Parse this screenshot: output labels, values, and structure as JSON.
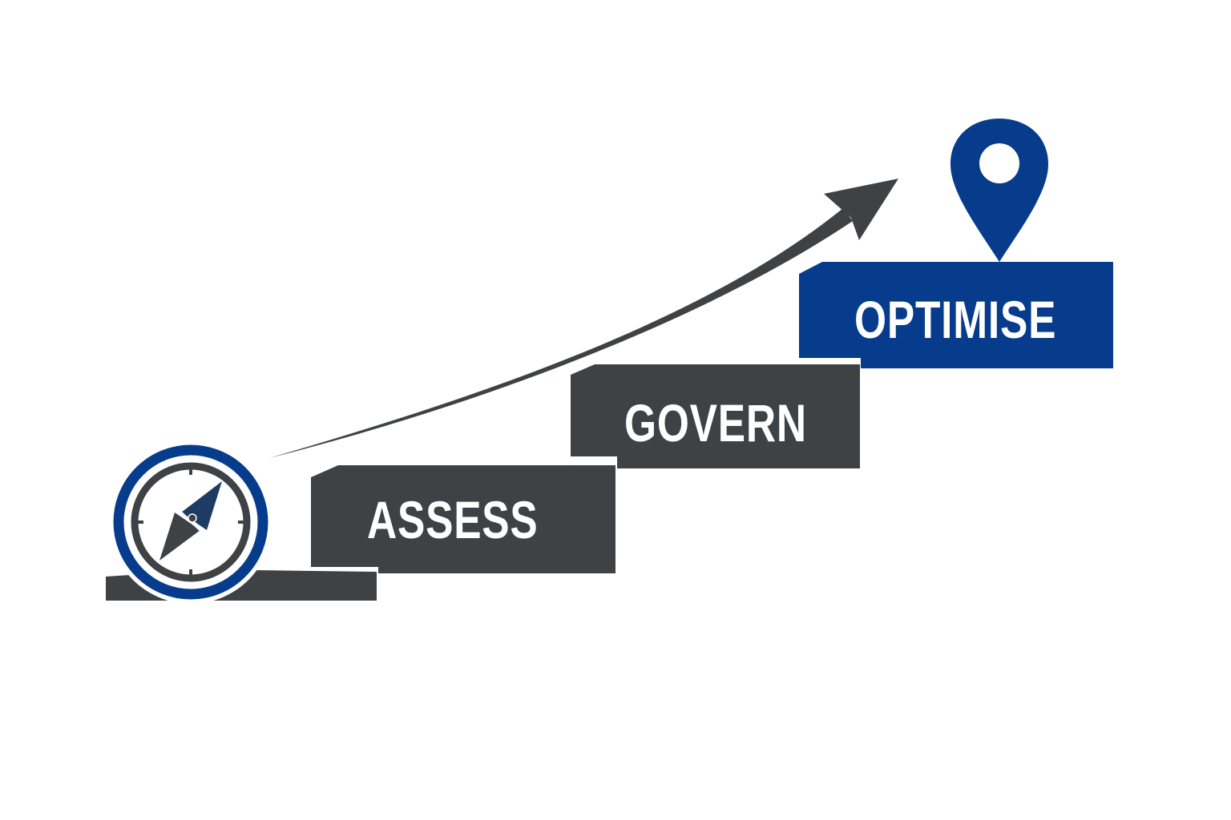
{
  "diagram": {
    "type": "staircase-progression",
    "steps": [
      {
        "label": "ASSESS",
        "order": 1,
        "color": "#3f4245"
      },
      {
        "label": "GOVERN",
        "order": 2,
        "color": "#3f4245"
      },
      {
        "label": "OPTIMISE",
        "order": 3,
        "color": "#073b8c"
      }
    ],
    "start_icon": "compass-icon",
    "end_icon": "location-pin-icon",
    "trend_arrow": "upward-curved-arrow"
  },
  "colors": {
    "dark": "#3f4245",
    "blue": "#073b8c",
    "background": "#ffffff",
    "text": "#ffffff"
  }
}
